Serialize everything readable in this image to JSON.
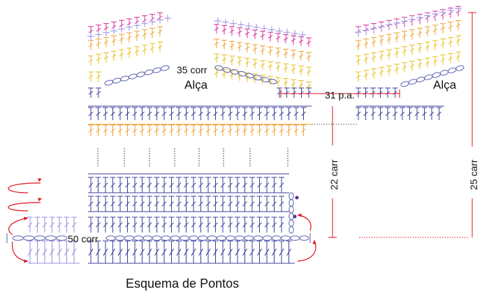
{
  "diagram": {
    "caption": "Esquema de Pontos",
    "labels": {
      "chain_handle": "35 corr",
      "handle_left": "Alça",
      "handle_right": "Alça",
      "stitches": "31 p.a.",
      "rows_left": "22 carr",
      "rows_right": "25 carr",
      "foundation_chain": "50 corr"
    },
    "colors": {
      "dc_blue": "#3b3f9a",
      "chain_blue": "#5a5fb0",
      "orange": "#f0a030",
      "yellow": "#e8c020",
      "magenta": "#e0289a",
      "lavender": "#9a8ee0",
      "red": "#e01020",
      "purple_dot": "#5a2a9a"
    },
    "icons": [
      "double-crochet-stitch",
      "chain-stitch",
      "turn-arrow",
      "slip-stitch-dot",
      "measure-bracket"
    ]
  }
}
